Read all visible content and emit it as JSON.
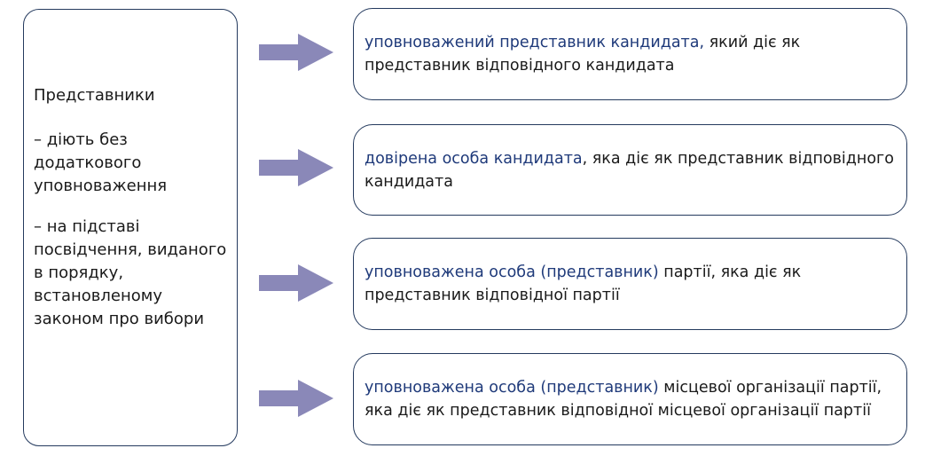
{
  "left": {
    "title": "Представники",
    "item1": "– діють без додаткового уповноваження",
    "item2": "– на підставі посвідчення, виданого в порядку, встановленому законом про вибори"
  },
  "boxes": [
    {
      "highlight": "уповноважений представник кандидата,",
      "rest": " який діє як представник відповідного кандидата"
    },
    {
      "highlight": "довірена особа кандидата",
      "rest": ", яка діє як представник відповідного кандидата"
    },
    {
      "highlight": "уповноважена особа (представник)",
      "rest": " партії, яка діє як представник відповідної партії"
    },
    {
      "highlight": "уповноважена особа (представник)",
      "rest": " місцевої організації партії, яка діє як представник відповідної місцевої організації партії"
    }
  ],
  "colors": {
    "border": "#243a5e",
    "arrow": "#8a88b8",
    "highlight": "#1f3a7a"
  }
}
